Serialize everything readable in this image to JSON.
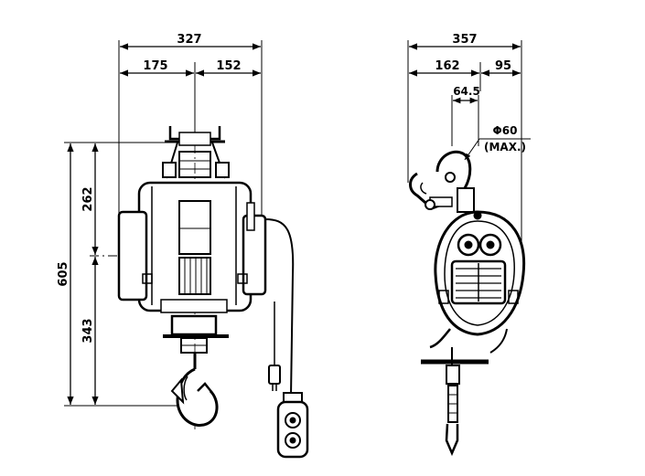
{
  "front_view": {
    "width_total": "327",
    "width_left": "175",
    "width_right": "152",
    "height_total": "605",
    "height_upper": "262",
    "height_lower": "343"
  },
  "side_view": {
    "width_total": "357",
    "width_left": "162",
    "width_right": "95",
    "hook_offset": "64.5",
    "shackle_diameter": "Φ60",
    "shackle_note": "(MAX.)"
  }
}
